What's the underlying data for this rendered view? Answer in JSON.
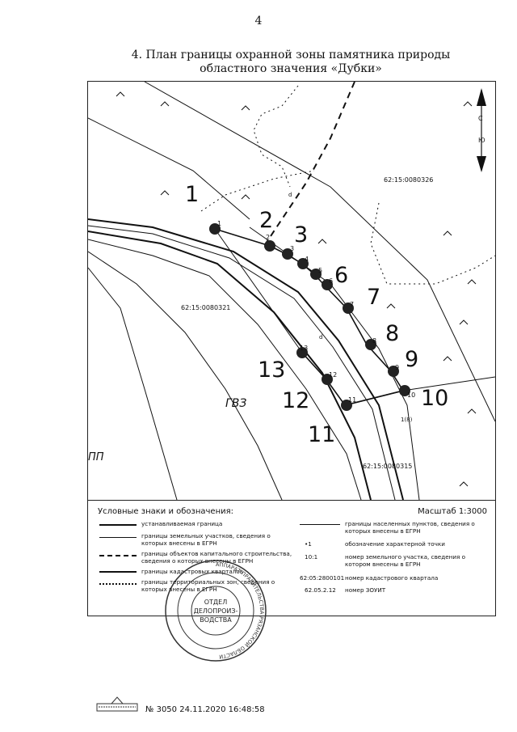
{
  "page_number": "4",
  "title": {
    "line1": "4. План границы охранной зоны памятника природы",
    "line2": "областного значения «Дубки»"
  },
  "map": {
    "compass": {
      "north": "С",
      "south": "Ю"
    },
    "cadastral_labels": [
      "62:15:0080326",
      "62:15:0080321",
      "62:15:0080315"
    ],
    "zone_label": "ГВЗ",
    "misc_labels": {
      "d1": "d",
      "d2": "d",
      "mark": "1(8)",
      "partial": "ПП"
    },
    "points": [
      "1",
      "2",
      "3",
      "4",
      "5",
      "6",
      "7",
      "8",
      "9",
      "10",
      "11",
      "12",
      "13"
    ],
    "small_points": [
      "1",
      "2",
      "3",
      "4",
      "5",
      "6",
      "7",
      "8",
      "9",
      "10",
      "11",
      "12",
      "13"
    ]
  },
  "legend": {
    "title": "Условные знаки и обозначения:",
    "scale": "Масштаб 1:3000",
    "left_items": [
      "устанавливаемая граница",
      "границы земельных участков, сведения о которых внесены в ЕГРН",
      "границы объектов капитального строительства, сведения о которых внесены в ЕГРН",
      "границы кадастровых кварталов",
      "границы территориальных зон, сведения о которых внесены в ЕГРН"
    ],
    "right_items": [
      {
        "symbol": "",
        "text": "границы населенных пунктов, сведения о которых внесены в ЕГРН"
      },
      {
        "symbol": "•1",
        "text": "обозначение характерной точки"
      },
      {
        "symbol": "10:1",
        "text": "номер земельного участка, сведения о котором внесены в ЕГРН"
      },
      {
        "symbol": "62:05:2800101",
        "text": "номер кадастрового квартала"
      },
      {
        "symbol": "62.05.2.12",
        "text": "номер ЗОУИТ"
      }
    ]
  },
  "stamp": {
    "center": [
      "ОТДЕЛ",
      "ДЕЛОПРОИЗ-",
      "ВОДСТВА"
    ],
    "ring": "АППАРАТ ПРАВИТЕЛЬСТВА РЯЗАНСКОЙ ОБЛАСТИ"
  },
  "footer": {
    "number": "№ 3050  24.11.2020 16:48:58"
  }
}
